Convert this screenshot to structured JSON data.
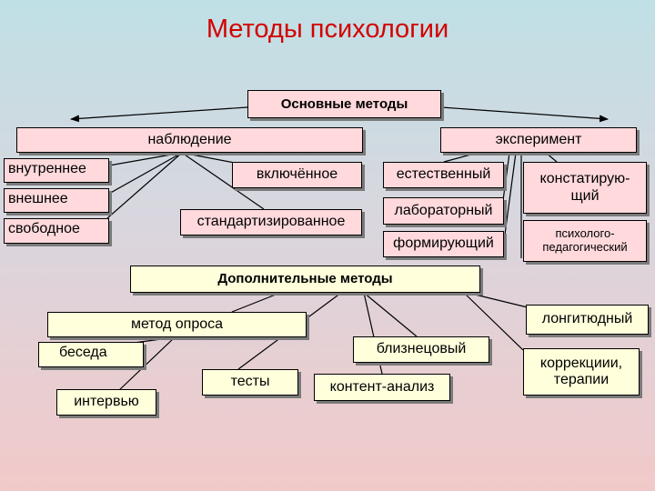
{
  "title": "Методы психологии",
  "main_methods": "Основные методы",
  "observation": "наблюдение",
  "experiment": "эксперимент",
  "internal": "внутреннее",
  "external": "внешнее",
  "free": "свободное",
  "included": "включённое",
  "standardized": "стандартизированное",
  "natural": "естественный",
  "laboratory": "лабораторный",
  "forming": "формирующий",
  "ascertaining": "констатирую-\nщий",
  "psych_ped": "психолого-\nпедагогический",
  "additional_methods": "Дополнительные методы",
  "survey": "метод опроса",
  "conversation": "беседа",
  "interview": "интервью",
  "tests": "тесты",
  "twin": "близнецовый",
  "content_analysis": "контент-анализ",
  "longitudinal": "лонгитюдный",
  "correction": "коррекциии,\nтерапии"
}
